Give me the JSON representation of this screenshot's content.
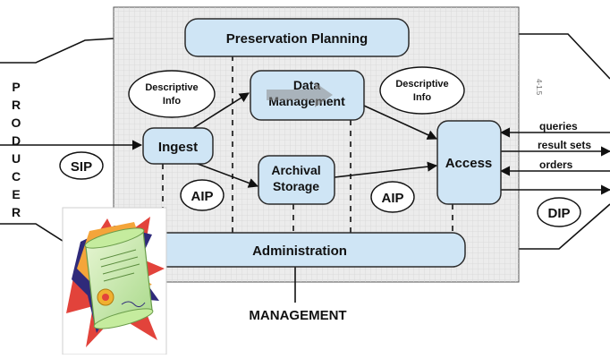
{
  "diagram": {
    "boxes": {
      "preservation_planning": "Preservation Planning",
      "data_management": [
        "Data",
        "Management"
      ],
      "ingest": "Ingest",
      "archival_storage": [
        "Archival",
        "Storage"
      ],
      "access": "Access",
      "administration": "Administration"
    },
    "ovals": {
      "descriptive_info_left": [
        "Descriptive",
        "Info"
      ],
      "descriptive_info_right": [
        "Descriptive",
        "Info"
      ],
      "sip": "SIP",
      "aip_left": "AIP",
      "aip_right": "AIP",
      "dip": "DIP"
    },
    "producer_letters": [
      "P",
      "R",
      "O",
      "D",
      "U",
      "C",
      "E",
      "R"
    ],
    "consumer_flows": [
      "queries",
      "result sets",
      "orders"
    ],
    "management_label": "MANAGEMENT",
    "margin_note": "4-1.5"
  },
  "colors": {
    "box_fill": "#cfe5f5",
    "box_stroke": "#2b2b2b",
    "panel_fill": "#ececec",
    "grid_line": "#d6d6d6"
  },
  "icons": {
    "certificate": "certificate-scroll-icon"
  }
}
